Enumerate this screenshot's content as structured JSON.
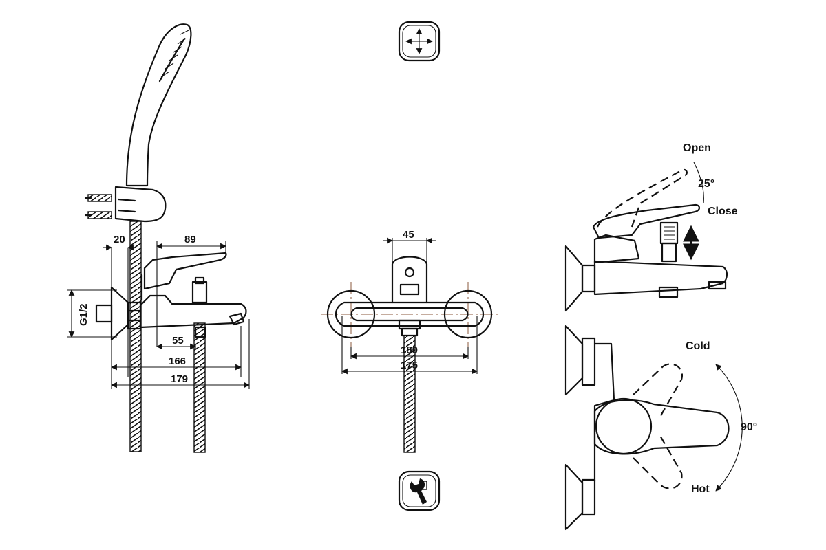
{
  "dimensions": {
    "d20": "20",
    "d89": "89",
    "d55": "55",
    "d166": "166",
    "d179": "179",
    "g12": "G1/2",
    "d45": "45",
    "d150": "150",
    "d175": "175"
  },
  "labels": {
    "open": "Open",
    "close": "Close",
    "angle25": "25°",
    "cold": "Cold",
    "hot": "Hot",
    "angle90": "90°"
  },
  "icons": {
    "top": "adjustable-centre-icon",
    "bottom": "wrench-icon"
  }
}
